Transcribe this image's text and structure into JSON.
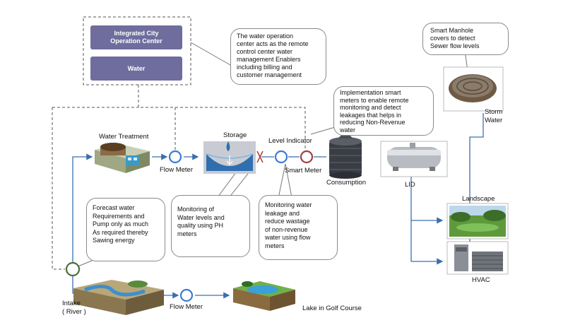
{
  "control_center": {
    "top_box": "Integrated City\nOperation Center",
    "water_box": "Water",
    "callout": "The water operation\ncenter acts as the remote\ncontrol center water\nmanagement Enablers\nincluding billing and\ncustomer management"
  },
  "labels": {
    "water_treatment": "Water Treatment",
    "storage": "Storage",
    "level_indicator": "Level Indicator",
    "flow_meter_1": "Flow Meter",
    "smart_meter": "Smart Meter",
    "consumption": "Consumption",
    "lid": "LID",
    "storm_water": "Storm\nWater",
    "landscape": "Landscape",
    "hvac": "HVAC",
    "intake": "Intake\n( River )",
    "flow_meter_2": "Flow Meter",
    "lake": "Lake in  Golf Course"
  },
  "callouts": {
    "smart_meters": "Implementation smart\nmeters to enable remote\nmonitoring and detect\nleakages that helps in\nreducing Non-Revenue\nwater",
    "manhole": "Smart Manhole\ncovers to detect\nSewer flow levels",
    "forecast": "Forecast water\nRequirements and\nPump only as much\nAs required thereby\nSawing energy",
    "monitoring_ph": "Monitoring of\nWater levels and\nquality using PH\nmeters",
    "monitoring_leak": "Monitoring water\nleakage and\nreduce wastage\nof non-revenue\nwater using flow\nmeters"
  },
  "colors": {
    "nav_box": "#6e6d9e",
    "line": "#3b6fb0",
    "meter_ring": "#3a7bd5"
  }
}
